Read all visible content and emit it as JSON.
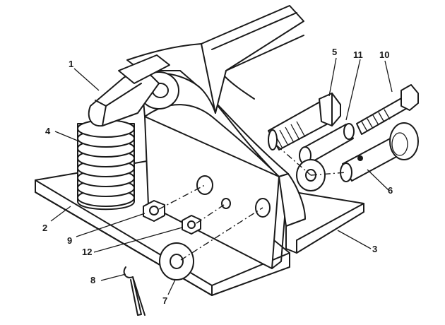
{
  "diagram": {
    "type": "exploded-assembly",
    "line_color": "#1a1a1a",
    "background": "#ffffff",
    "callouts": [
      {
        "id": "c1",
        "label": "1",
        "part": "lever-arm"
      },
      {
        "id": "c2",
        "label": "2",
        "part": "base-plate"
      },
      {
        "id": "c3",
        "label": "3",
        "part": "right-bracket"
      },
      {
        "id": "c4",
        "label": "4",
        "part": "coil-spring"
      },
      {
        "id": "c5",
        "label": "5",
        "part": "hex-bolt"
      },
      {
        "id": "c6",
        "label": "6",
        "part": "clevis-pin"
      },
      {
        "id": "c7",
        "label": "7",
        "part": "flat-washer"
      },
      {
        "id": "c8",
        "label": "8",
        "part": "cotter-pin"
      },
      {
        "id": "c9",
        "label": "9",
        "part": "hex-nut"
      },
      {
        "id": "c10",
        "label": "10",
        "part": "threaded-stud"
      },
      {
        "id": "c11",
        "label": "11",
        "part": "bushing-sleeve"
      },
      {
        "id": "c12",
        "label": "12",
        "part": "small-hex-nut"
      }
    ]
  }
}
